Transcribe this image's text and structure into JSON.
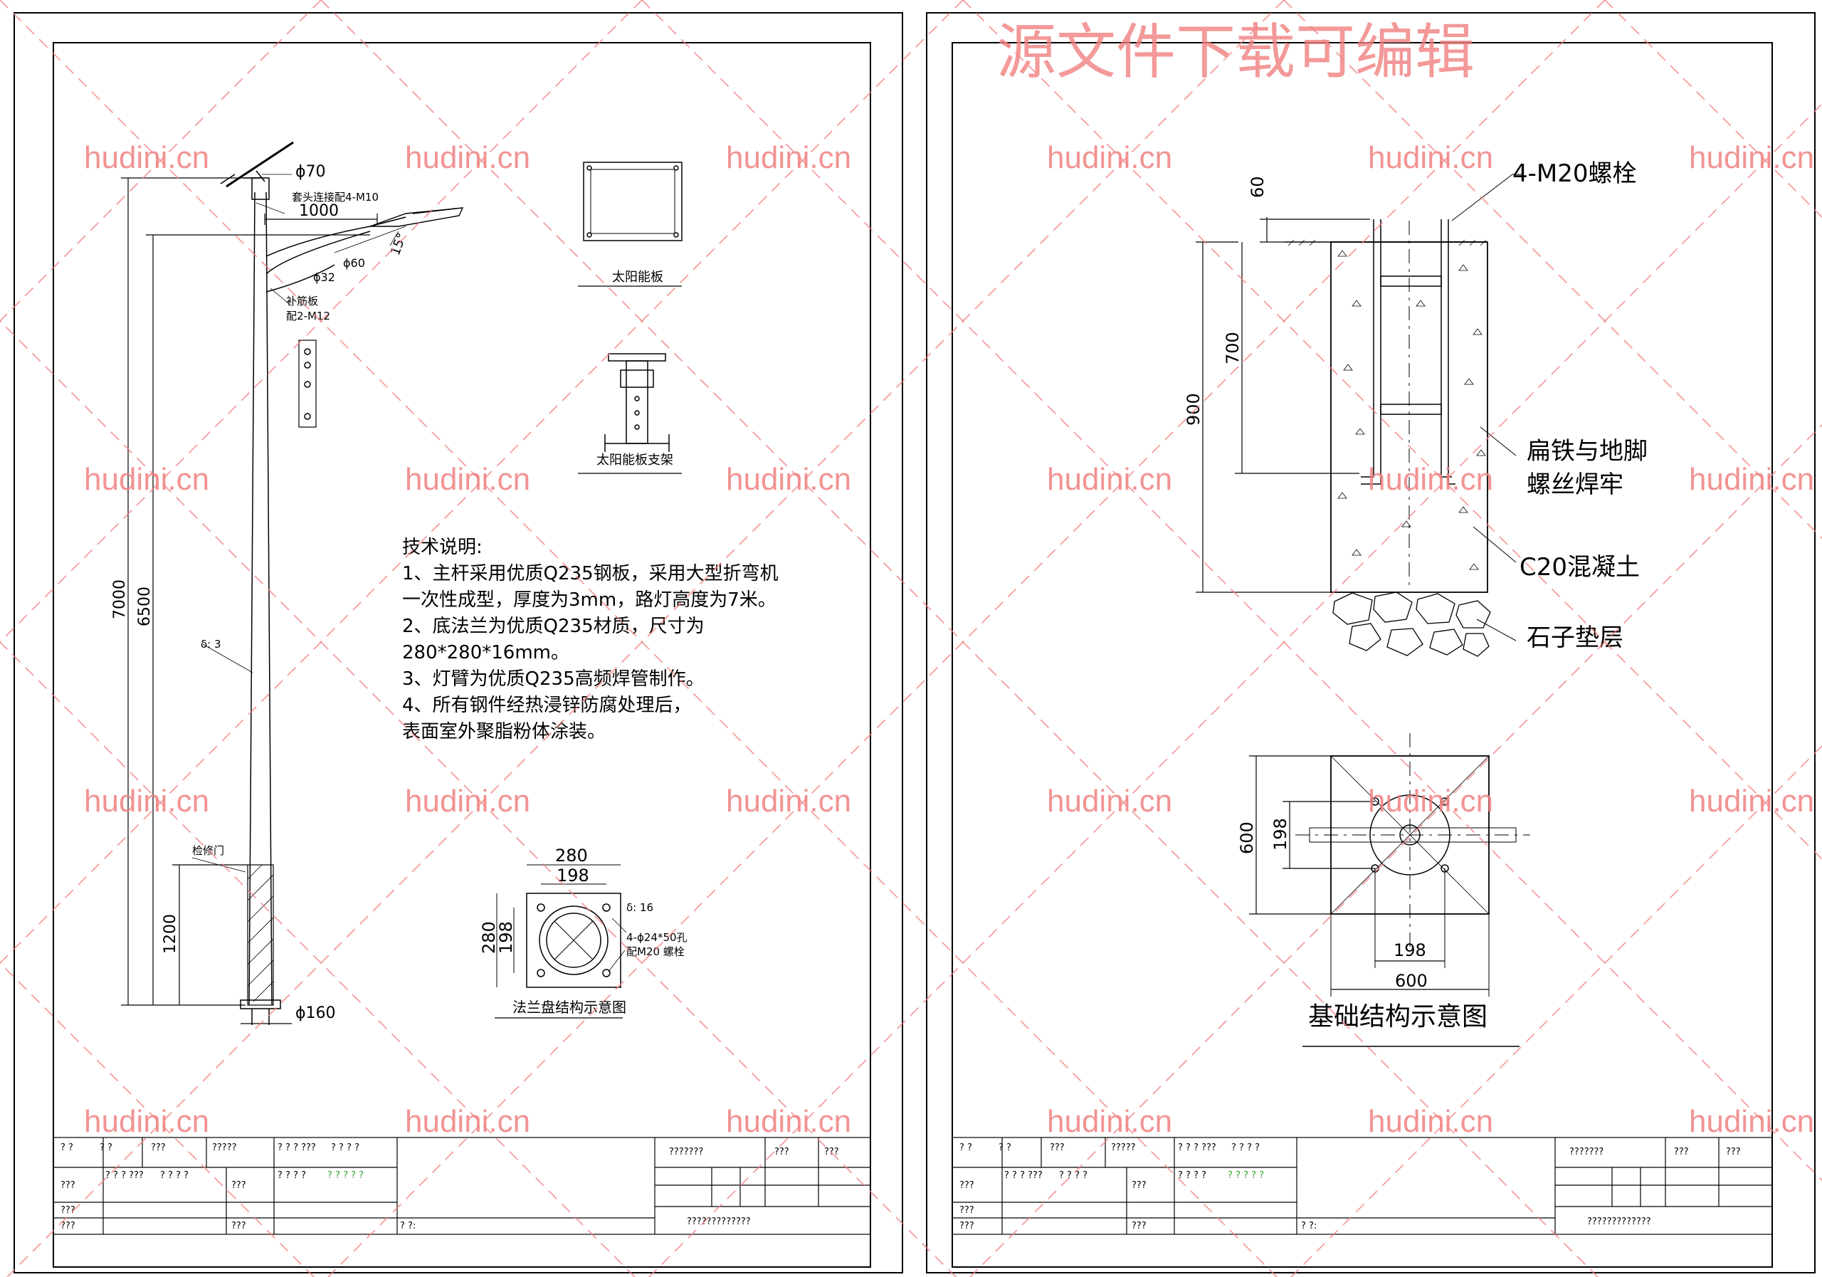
{
  "watermark_text": "hudini.cn",
  "top_watermark": "源文件下载可编辑",
  "left_sheet": {
    "dims": {
      "d70": "ϕ70",
      "bolt_top": "套头连接配4-M10",
      "arm_len": "1000",
      "angle": "15°",
      "d32": "ϕ32",
      "d60": "ϕ60",
      "plate_note_1": "补筋板",
      "plate_note_2": "配2-M12",
      "h7000": "7000",
      "h6500": "6500",
      "thk": "δ: 3",
      "door": "检修门",
      "h1200": "1200",
      "d160": "ϕ160"
    },
    "solar_panel_label": "太阳能板",
    "solar_bracket_label": "太阳能板支架",
    "tech_notes": {
      "heading": "技术说明:",
      "lines": [
        "1、主杆采用优质Q235钢板，采用大型折弯机",
        "一次性成型，厚度为3mm，路灯高度为7米。",
        "2、底法兰为优质Q235材质，尺寸为",
        "280*280*16mm。",
        "3、灯臂为优质Q235高频焊管制作。",
        "4、所有钢件经热浸锌防腐处理后，",
        "表面室外聚脂粉体涂装。"
      ]
    },
    "flange": {
      "w280": "280",
      "w198": "198",
      "h280": "280",
      "h198": "198",
      "thk16": "δ: 16",
      "holes": "4-ϕ24*50孔",
      "bolts": "配M20 螺栓",
      "caption": "法兰盘结构示意图"
    }
  },
  "right_sheet": {
    "bolt_label": "4-M20螺栓",
    "d60": "60",
    "d700": "700",
    "d900": "900",
    "weld_1": "扁铁与地脚",
    "weld_2": "螺丝焊牢",
    "concrete": "C20混凝土",
    "gravel": "石子垫层",
    "plan": {
      "h600": "600",
      "h198": "198",
      "w198": "198",
      "w600": "600"
    },
    "caption": "基础结构示意图"
  },
  "title_block": {
    "row1": [
      "? ?",
      "? ?",
      "???",
      "?????",
      "? ? ? ???",
      "? ? ? ?"
    ],
    "row2": [
      "???",
      "? ? ? ???",
      "? ? ? ?",
      "???",
      "? ? ? ?",
      "? ? ? ? ?"
    ],
    "row3": [
      "???"
    ],
    "row4": [
      "???",
      "???",
      "? ?:"
    ],
    "right_top": [
      "???????",
      "???",
      "???"
    ],
    "right_bottom": "?????????????"
  }
}
